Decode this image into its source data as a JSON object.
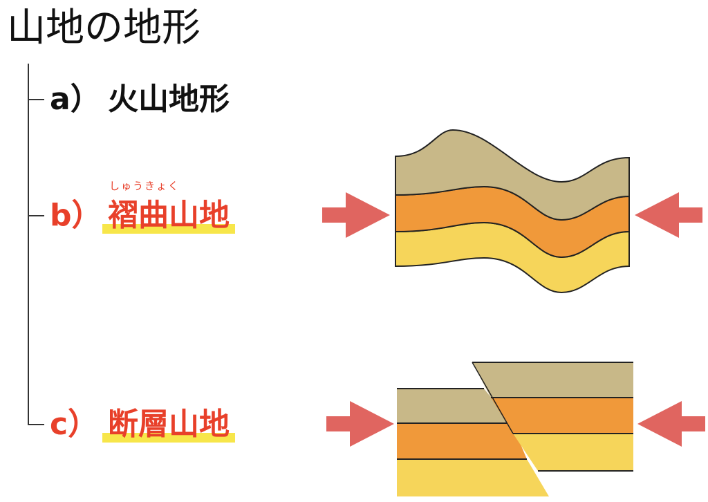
{
  "title": "山地の地形",
  "items": [
    {
      "marker": "a）",
      "label": "火山地形",
      "color": "#111111"
    },
    {
      "marker": "b）",
      "label": "褶曲山地",
      "ruby": "しゅうきょく",
      "color": "#e8402a"
    },
    {
      "marker": "c）",
      "label": "断層山地",
      "color": "#e8402a"
    }
  ],
  "colors": {
    "layer_top": "#c8b888",
    "layer_mid": "#f0993a",
    "layer_bottom": "#f6d55a",
    "arrow": "#e06560",
    "highlight": "#f7e64a"
  }
}
